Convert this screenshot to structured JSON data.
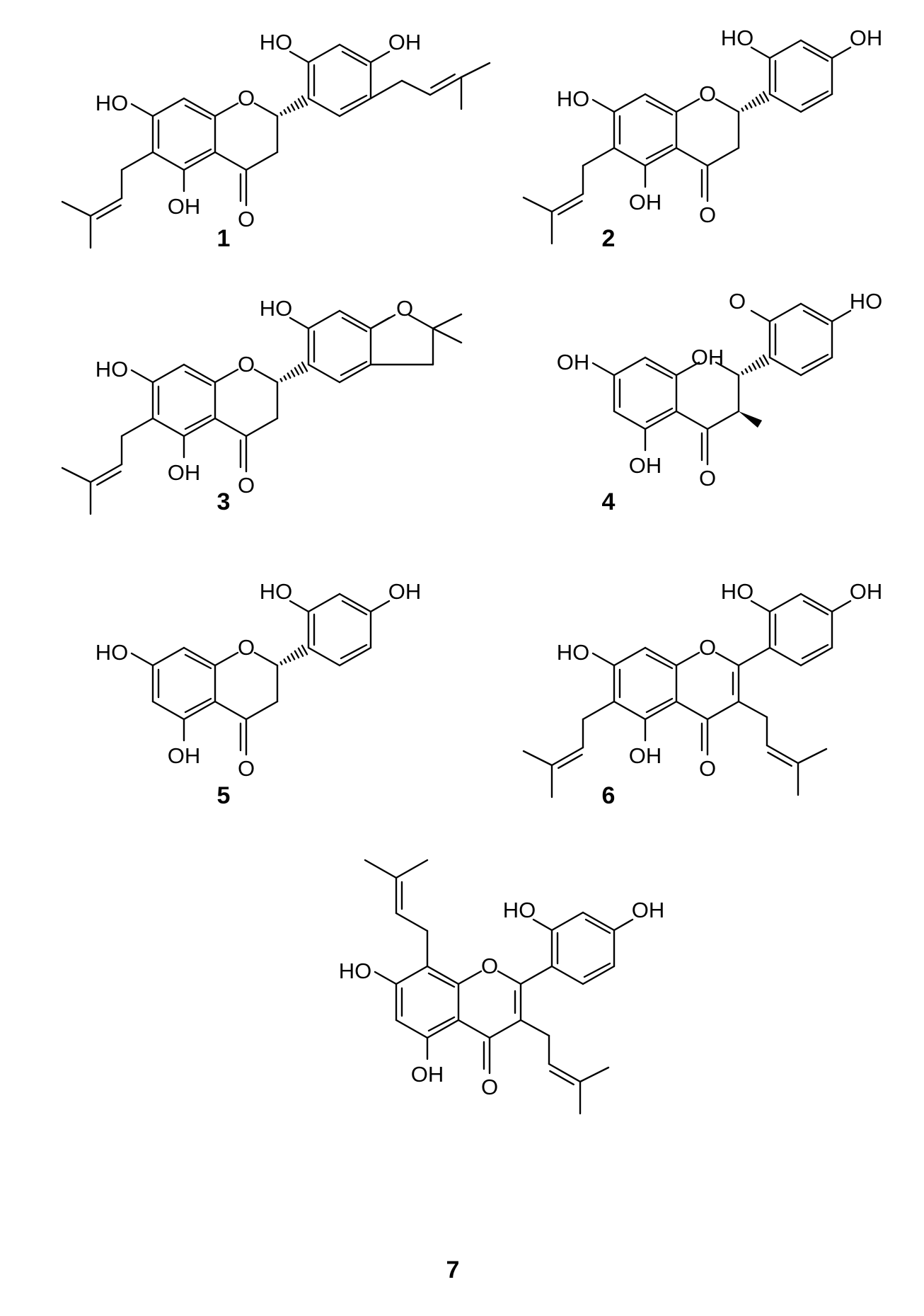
{
  "figure": {
    "structures": [
      {
        "id": "1",
        "labels": [
          "HO",
          "OH",
          "HO",
          "O",
          "OH",
          "O"
        ]
      },
      {
        "id": "2",
        "labels": [
          "HO",
          "OH",
          "HO",
          "O",
          "OH",
          "O"
        ]
      },
      {
        "id": "3",
        "labels": [
          "HO",
          "O",
          "HO",
          "O",
          "OH",
          "O"
        ]
      },
      {
        "id": "4",
        "labels": [
          "OH",
          "HO",
          "O",
          "OH",
          "OH",
          "O"
        ]
      },
      {
        "id": "5",
        "labels": [
          "HO",
          "OH",
          "HO",
          "O",
          "OH",
          "O"
        ]
      },
      {
        "id": "6",
        "labels": [
          "HO",
          "OH",
          "HO",
          "O",
          "OH",
          "O"
        ]
      },
      {
        "id": "7",
        "labels": [
          "HO",
          "OH",
          "HO",
          "O",
          "OH",
          "O"
        ]
      }
    ]
  }
}
